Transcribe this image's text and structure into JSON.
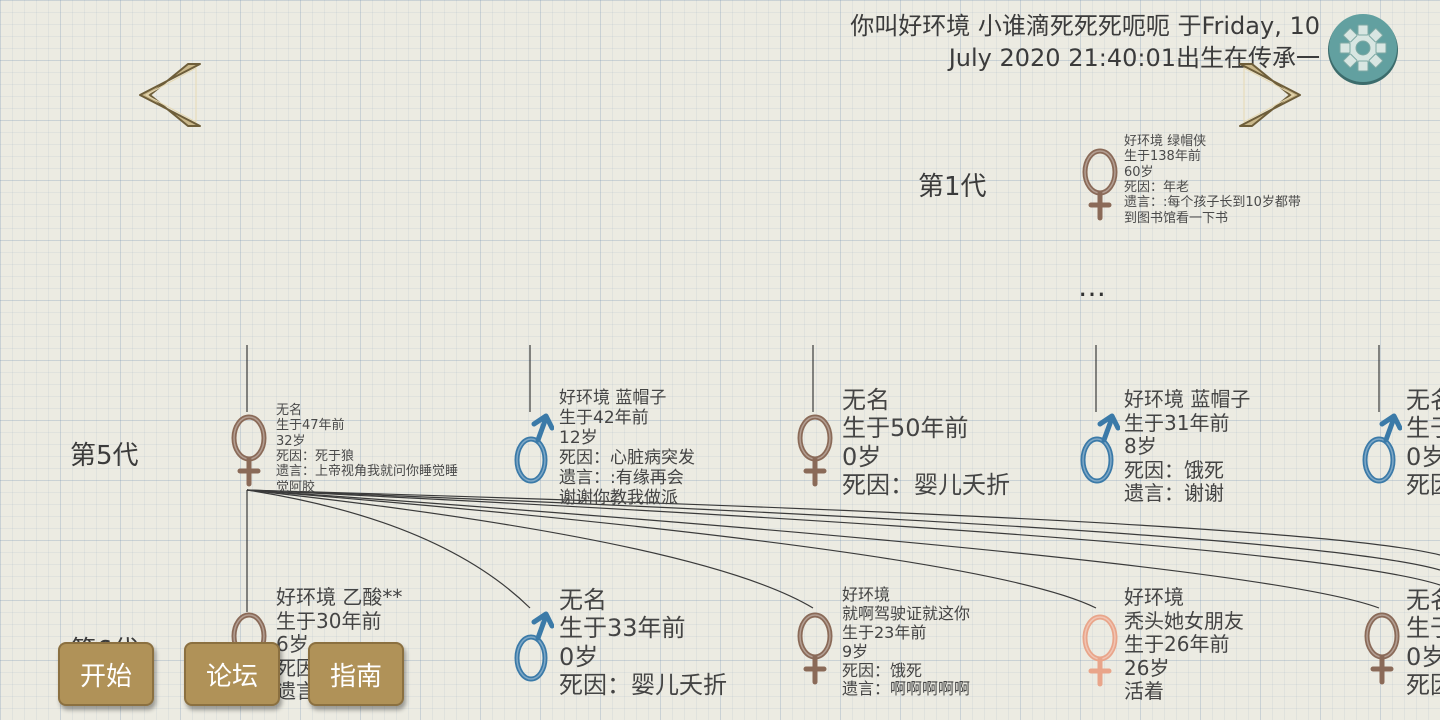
{
  "header": {
    "line1": "你叫好环境 小谁滴死死死呃呃 于Friday, 10",
    "line2": "July 2020 21:40:01出生在传承一"
  },
  "icons": {
    "prev": "left-arrow-icon",
    "next": "right-arrow-icon",
    "settings": "gear-icon",
    "female": "female-symbol-icon",
    "male": "male-symbol-icon"
  },
  "colors": {
    "female": "#8a6a58",
    "female_highlight": "#e9a58a",
    "male": "#3b7aa8",
    "button": "#b09258",
    "settings": "#5f9a9a"
  },
  "generations": {
    "gen1": "第1代",
    "gen5": "第5代",
    "gen6": "第6代",
    "ellipsis": "…"
  },
  "gen1": {
    "person": {
      "lines": [
        "好环境 绿帽侠",
        "生于138年前",
        "60岁",
        "死因：年老",
        "遗言：:每个孩子长到10岁都带",
        "到图书馆看一下书"
      ]
    }
  },
  "gen5": {
    "p1": {
      "lines": [
        "无名",
        "生于47年前",
        "32岁",
        "死因：死于狼",
        "遗言：上帝视角我就问你睡觉睡",
        "觉阿胶"
      ]
    },
    "p2": {
      "lines": [
        "好环境 蓝帽子",
        "生于42年前",
        "12岁",
        "死因：心脏病突发",
        "遗言：:有缘再会",
        "谢谢你教我做派"
      ]
    },
    "p3": {
      "lines": [
        "无名",
        "生于50年前",
        "0岁",
        "死因：婴儿夭折"
      ]
    },
    "p4": {
      "lines": [
        "好环境 蓝帽子",
        "生于31年前",
        "8岁",
        "死因：饿死",
        "遗言：谢谢"
      ]
    },
    "p5": {
      "lines": [
        "无名",
        "生于",
        "0岁",
        "死因"
      ]
    }
  },
  "gen6": {
    "p1": {
      "lines": [
        "好环境 乙酸**",
        "生于30年前",
        "6岁",
        "死因",
        "遗言：麻"
      ]
    },
    "p2": {
      "lines": [
        "无名",
        "生于33年前",
        "0岁",
        "死因：婴儿夭折"
      ]
    },
    "p3": {
      "lines": [
        "好环境",
        "就啊驾驶证就这你",
        "生于23年前",
        "9岁",
        "死因：饿死",
        "遗言：啊啊啊啊啊"
      ]
    },
    "p4": {
      "lines": [
        "好环境",
        "秃头她女朋友",
        "生于26年前",
        "26岁",
        "活着"
      ]
    },
    "p5": {
      "lines": [
        "无名",
        "生于",
        "0岁",
        "死因"
      ]
    }
  },
  "buttons": {
    "start": "开始",
    "forum": "论坛",
    "guide": "指南"
  }
}
